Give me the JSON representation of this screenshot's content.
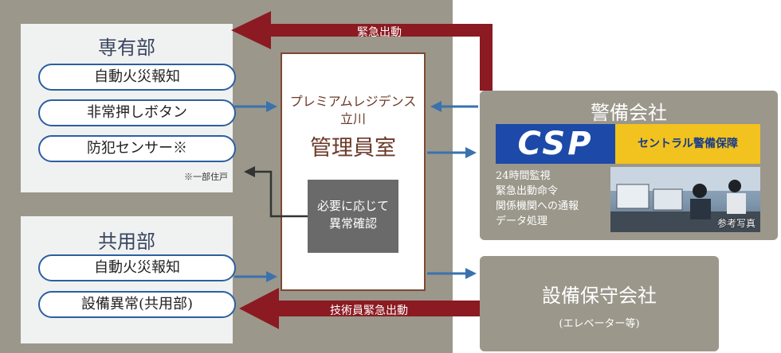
{
  "private_area": {
    "title": "専有部",
    "items": [
      "自動火災報知",
      "非常押しボタン",
      "防犯センサー※"
    ],
    "note": "※一部住戸"
  },
  "common_area": {
    "title": "共用部",
    "items": [
      "自動火災報知",
      "設備異常(共用部)"
    ]
  },
  "management_room": {
    "building": "プレミアムレジデンス",
    "location": "立川",
    "name": "管理員室",
    "check_line1": "必要に応じて",
    "check_line2": "異常確認"
  },
  "security_company": {
    "title": "警備会社",
    "logo_mark": "CSP",
    "logo_text": "セントラル警備保障",
    "services": [
      "24時間監視",
      "緊急出動命令",
      "関係機関への通報",
      "データ処理"
    ],
    "photo_caption": "参考写真"
  },
  "maintenance_company": {
    "title": "設備保守会社",
    "subtitle": "(エレベーター等)"
  },
  "arrows": {
    "emergency": "緊急出動",
    "technician": "技術員緊急出動"
  },
  "colors": {
    "panel": "#9b978b",
    "zone": "#f0f1f1",
    "pill_border": "#2c5fa0",
    "arrow_blue": "#3a72ad",
    "arrow_red": "#8b1a22",
    "room_border": "#7a4a32"
  }
}
